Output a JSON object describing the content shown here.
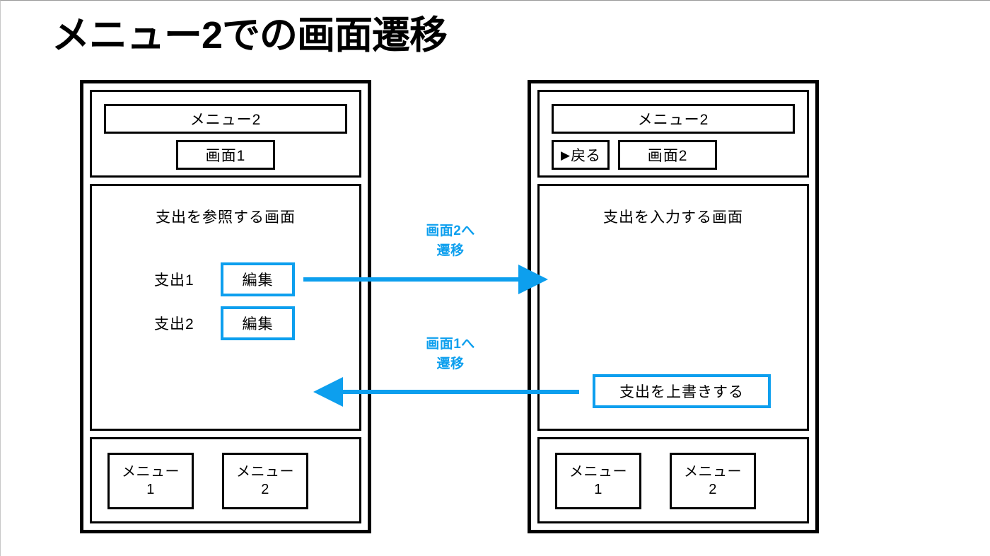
{
  "slide": {
    "title": "メニュー2での画面遷移"
  },
  "colors": {
    "accent_blue": "#0d9fee",
    "line_black": "#000000",
    "background": "#ffffff"
  },
  "screens": [
    {
      "id": "screen1",
      "header": {
        "menu_title": "メニュー2",
        "has_back_button": false,
        "back_label": "戻る",
        "screen_label": "画面1"
      },
      "body": {
        "heading": "支出を参照する画面",
        "rows": [
          {
            "label": "支出1",
            "button": "編集"
          },
          {
            "label": "支出2",
            "button": "編集"
          }
        ]
      },
      "tabbar": {
        "tabs": [
          {
            "line1": "メニュー",
            "line2": "1"
          },
          {
            "line1": "メニュー",
            "line2": "2"
          }
        ]
      }
    },
    {
      "id": "screen2",
      "header": {
        "menu_title": "メニュー2",
        "has_back_button": true,
        "back_icon": "triangle-right-icon",
        "back_label": "戻る",
        "screen_label": "画面2"
      },
      "body": {
        "heading": "支出を入力する画面",
        "overwrite_button": "支出を上書きする"
      },
      "tabbar": {
        "tabs": [
          {
            "line1": "メニュー",
            "line2": "1"
          },
          {
            "line1": "メニュー",
            "line2": "2"
          }
        ]
      }
    }
  ],
  "flows": [
    {
      "id": "to-screen2",
      "label_line1": "画面2へ",
      "label_line2": "遷移",
      "direction": "right",
      "from": "編集",
      "to": "画面2"
    },
    {
      "id": "to-screen1",
      "label_line1": "画面1へ",
      "label_line2": "遷移",
      "direction": "left",
      "from": "支出を上書きする",
      "to": "画面1"
    }
  ]
}
